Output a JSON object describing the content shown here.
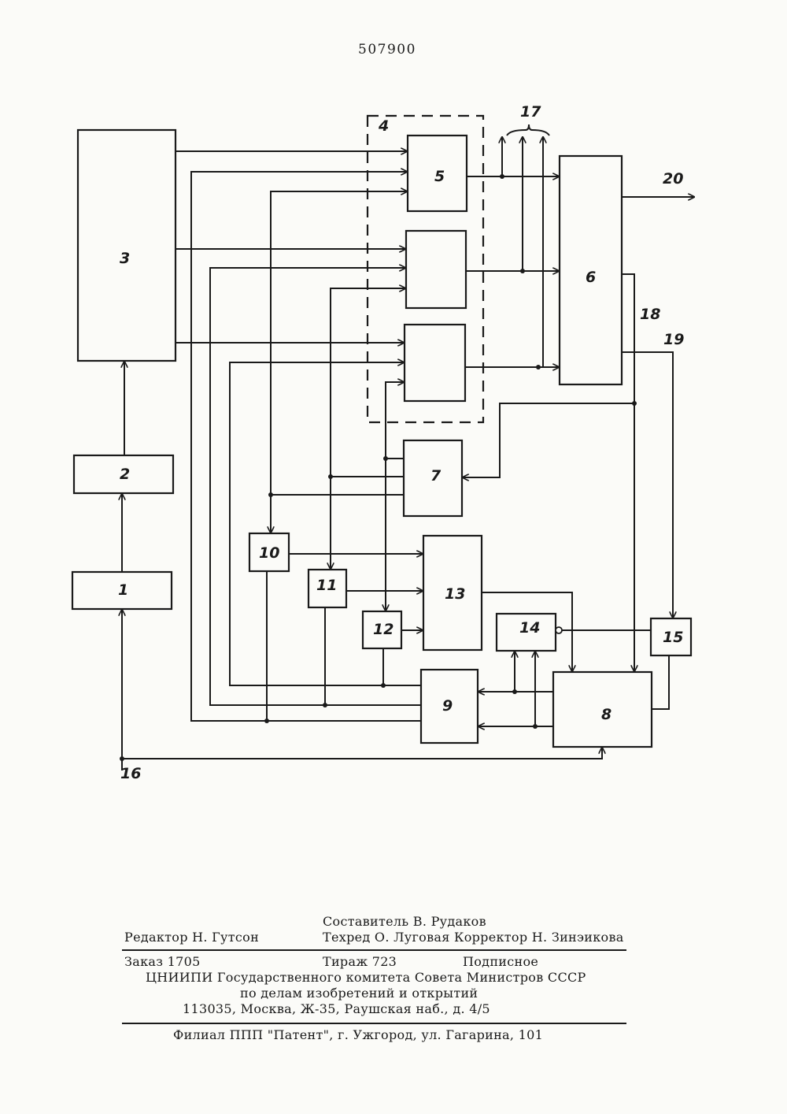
{
  "header": {
    "patent_number": "507900"
  },
  "diagram": {
    "block_labels": {
      "b1": "1",
      "b2": "2",
      "b3": "3",
      "b5": "5",
      "b6": "6",
      "b7": "7",
      "b8": "8",
      "b9": "9",
      "b10": "10",
      "b11": "11",
      "b12": "12",
      "b13": "13",
      "b14": "14",
      "b15": "15"
    },
    "group_label": "4",
    "line_labels": {
      "l16": "16",
      "l17": "17",
      "l18": "18",
      "l19": "19",
      "l20": "20"
    }
  },
  "footer": {
    "compiler": "Составитель В. Рудаков",
    "editor": "Редактор Н. Гутсон",
    "techred_corrector": "Техред О. Луговая Корректор Н. Зинэикова",
    "order": "Заказ 1705",
    "circulation": "Тираж 723",
    "subscription": "Подписное",
    "org_line1": "ЦНИИПИ Государственного комитета Совета Министров СССР",
    "org_line2": "по делам изобретений и открытий",
    "address": "113035, Москва, Ж-35, Раушская наб., д. 4/5",
    "branch": "Филиал ППП \"Патент\", г. Ужгород, ул. Гагарина, 101"
  }
}
